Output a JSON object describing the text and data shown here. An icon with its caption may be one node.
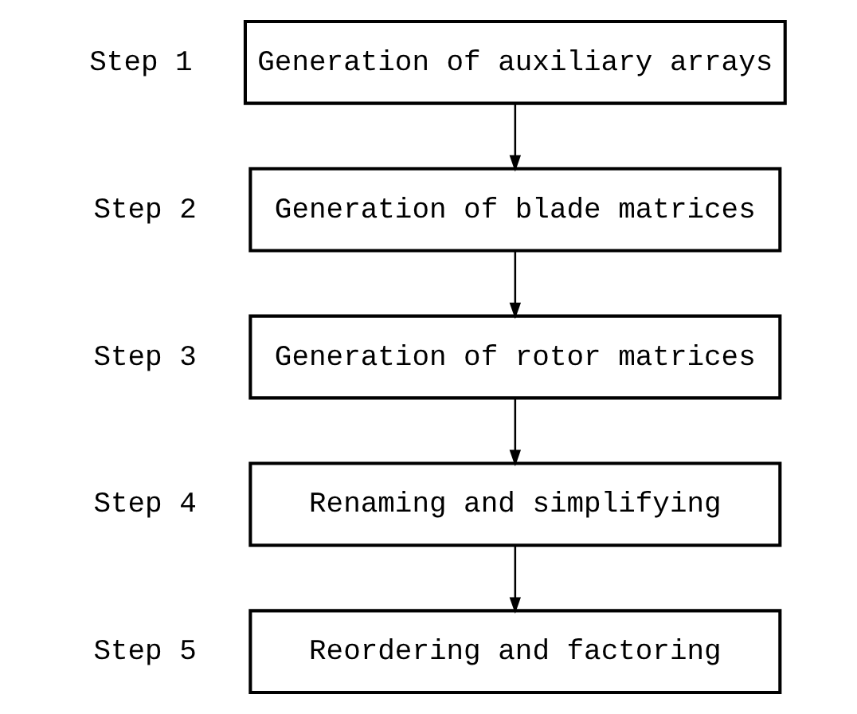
{
  "diagram": {
    "nodes": [
      {
        "text": [
          "Generation of auxiliary arrays"
        ],
        "beside": [
          "Step 1"
        ]
      },
      {
        "text": [
          "Generation of blade matrices"
        ],
        "beside": [
          "Step 2"
        ]
      },
      {
        "text": [
          "Generation of rotor matrices"
        ],
        "beside": [
          "Step 3"
        ]
      },
      {
        "text": [
          "Renaming and simplifying"
        ],
        "beside": [
          "Step 4"
        ]
      },
      {
        "text": [
          "Reordering and factoring"
        ],
        "beside": [
          "Step 5"
        ]
      }
    ],
    "edges": [
      {
        "from": 0,
        "to": 1,
        "arrow": "to"
      },
      {
        "from": 1,
        "to": 2,
        "arrow": "to"
      },
      {
        "from": 2,
        "to": 3,
        "arrow": "to"
      },
      {
        "from": 3,
        "to": 4,
        "arrow": "to"
      }
    ]
  }
}
